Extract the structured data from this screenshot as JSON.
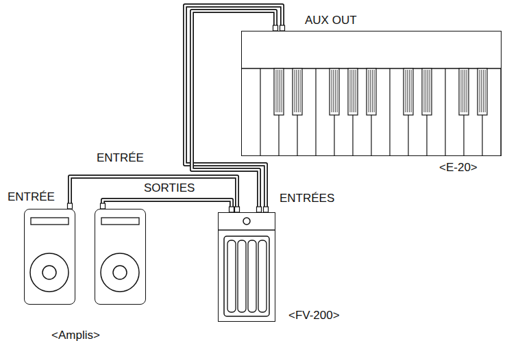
{
  "diagram": {
    "nodes": [
      {
        "text": [
          "<E-20>"
        ]
      },
      {
        "text": [
          "<FV-200>"
        ]
      },
      {
        "text": [
          "<Amplis>"
        ]
      },
      {
        "text": [
          "ENTRÉE"
        ],
        "in": 2
      },
      {
        "text": [
          "ENTRÉE"
        ],
        "in": 2
      }
    ],
    "edges": [
      {
        "from": 0,
        "to": 1,
        "arrow": "none"
      },
      {
        "from": 0,
        "to": 1,
        "arrow": "none"
      },
      {
        "from": 1,
        "to": 3,
        "arrow": "none"
      },
      {
        "from": 1,
        "to": 4,
        "arrow": "none"
      }
    ],
    "labels": [
      "AUX OUT",
      "SORTIES",
      "ENTRÉES"
    ]
  }
}
